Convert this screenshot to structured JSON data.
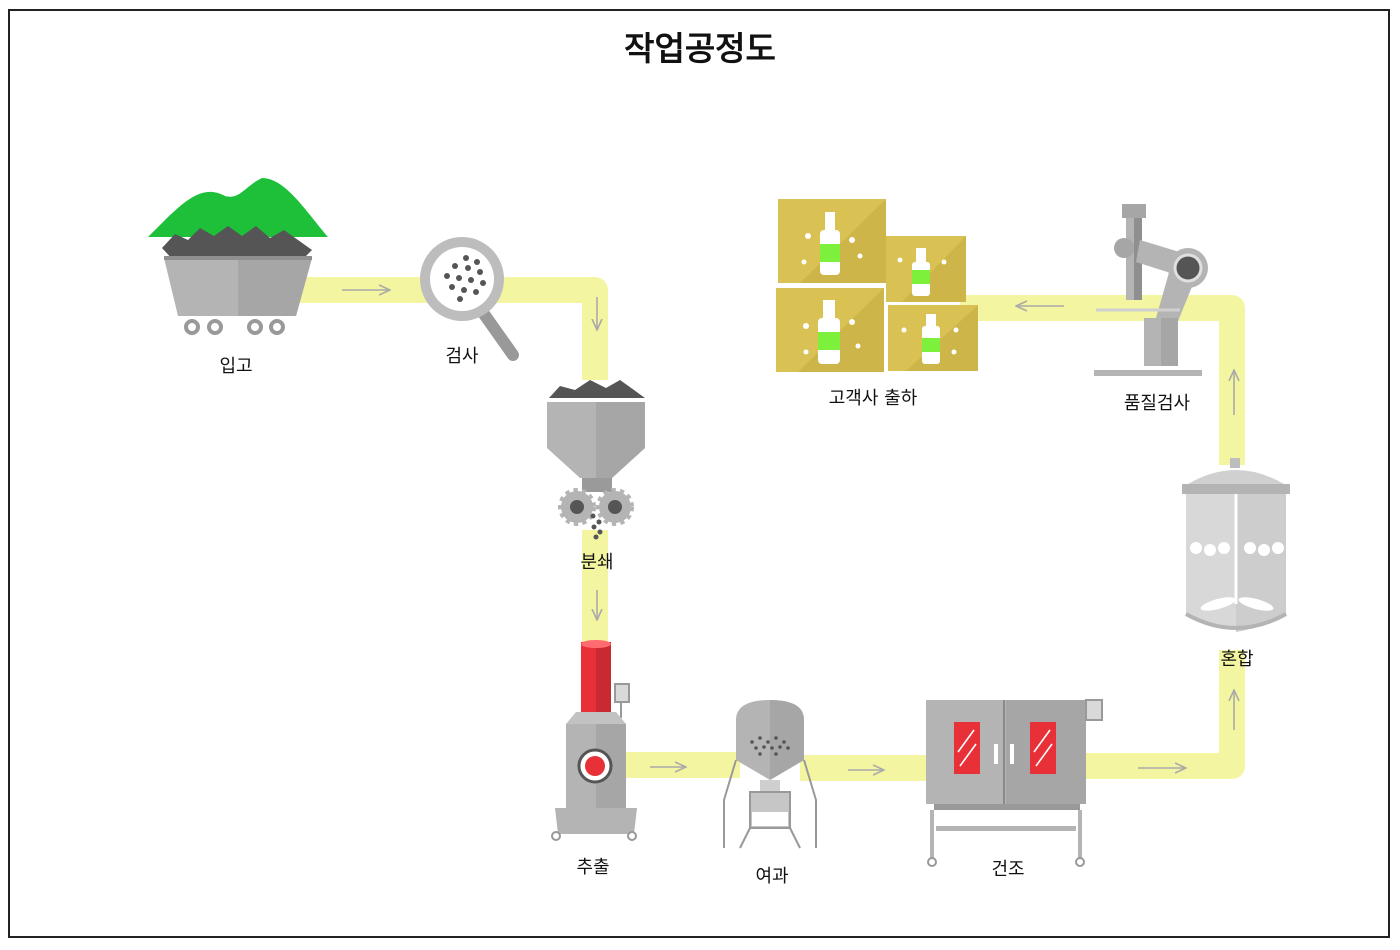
{
  "title": "작업공정도",
  "steps": {
    "intake": "입고",
    "inspection": "검사",
    "grinding": "분쇄",
    "extraction": "추출",
    "filtration": "여과",
    "drying": "건조",
    "mixing": "혼합",
    "quality_check": "품질검사",
    "shipping": "고객사 출하"
  },
  "colors": {
    "flow_path": "#f4f5a0",
    "machine_gray": "#b4b4b4",
    "dark_material": "#555555",
    "green_herb": "#1ec03a",
    "red_accent": "#e83038",
    "box_gold": "#d9c253",
    "label_green": "#7df03c"
  }
}
